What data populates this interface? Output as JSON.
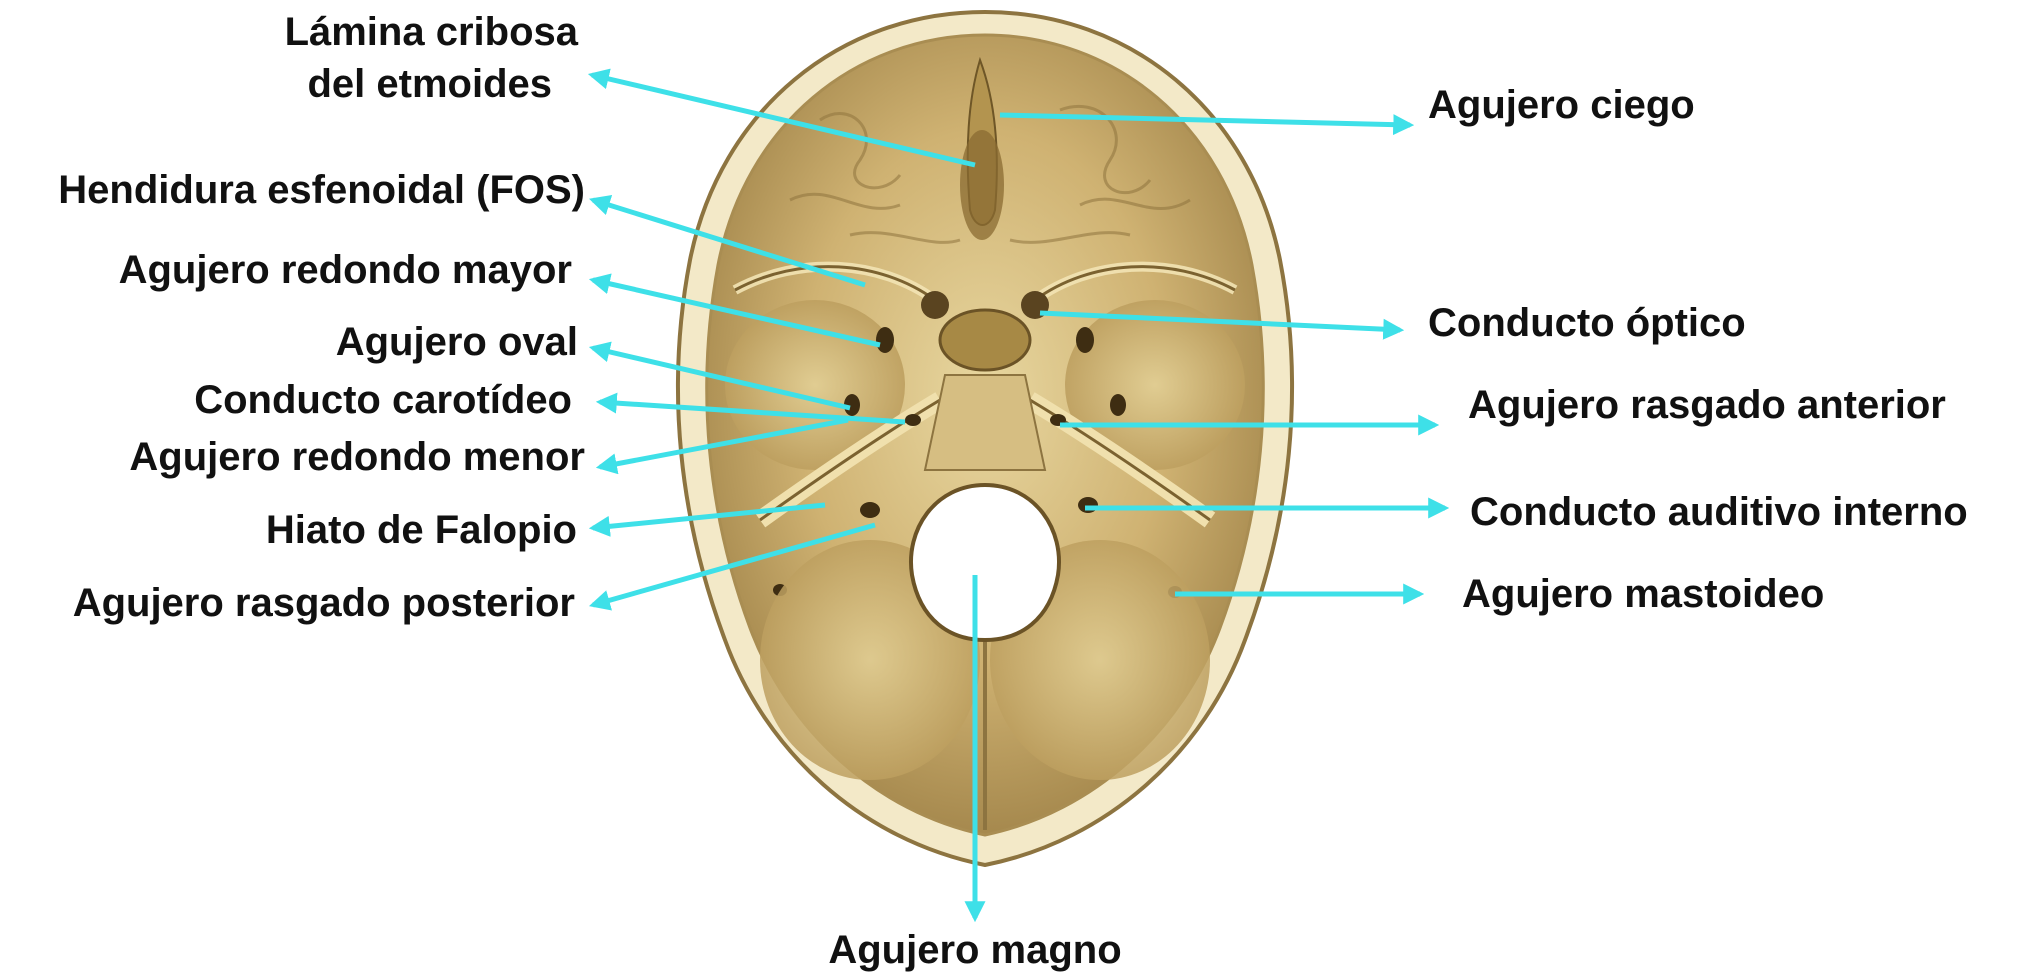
{
  "colors": {
    "background": "#ffffff",
    "arrow": "#3ee0e8",
    "label": "#111111",
    "bone_light": "#e6d49a",
    "bone_mid": "#c7a864",
    "bone_dark": "#7e6535",
    "bone_rim": "#f1e6c4"
  },
  "figure": {
    "subject": "skull-base-internal-view"
  },
  "labels": {
    "lamina_cribosa_l1": "Lámina cribosa",
    "lamina_cribosa_l2": "del etmoides",
    "hendidura": "Hendidura esfenoidal (FOS)",
    "redondo_mayor": "Agujero redondo mayor",
    "oval": "Agujero oval",
    "carotideo": "Conducto carotídeo",
    "redondo_menor": "Agujero redondo menor",
    "hiato": "Hiato de Falopio",
    "rasgado_posterior": "Agujero rasgado posterior",
    "ciego": "Agujero ciego",
    "optico": "Conducto óptico",
    "rasgado_anterior": "Agujero rasgado anterior",
    "auditivo": "Conducto auditivo interno",
    "mastoideo": "Agujero mastoideo",
    "magno": "Agujero magno"
  }
}
